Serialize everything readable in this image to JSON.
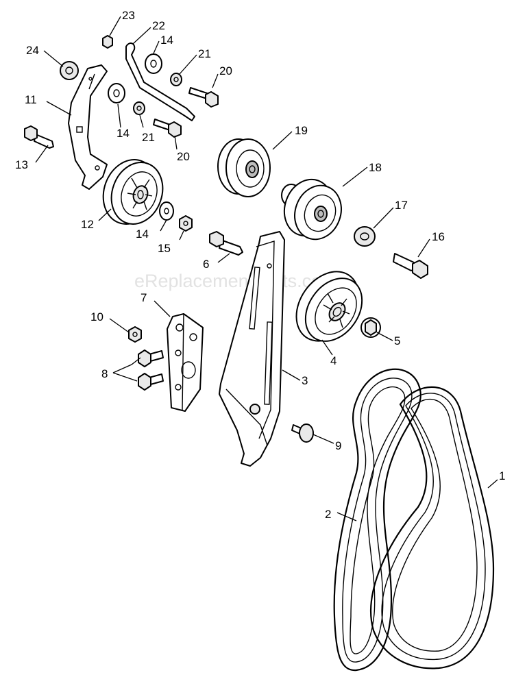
{
  "watermark": "eReplacementParts.com",
  "callouts": [
    "1",
    "2",
    "3",
    "4",
    "5",
    "6",
    "7",
    "8",
    "9",
    "10",
    "11",
    "12",
    "13",
    "14",
    "14",
    "14",
    "15",
    "16",
    "17",
    "18",
    "19",
    "20",
    "20",
    "21",
    "21",
    "22",
    "23",
    "24"
  ]
}
